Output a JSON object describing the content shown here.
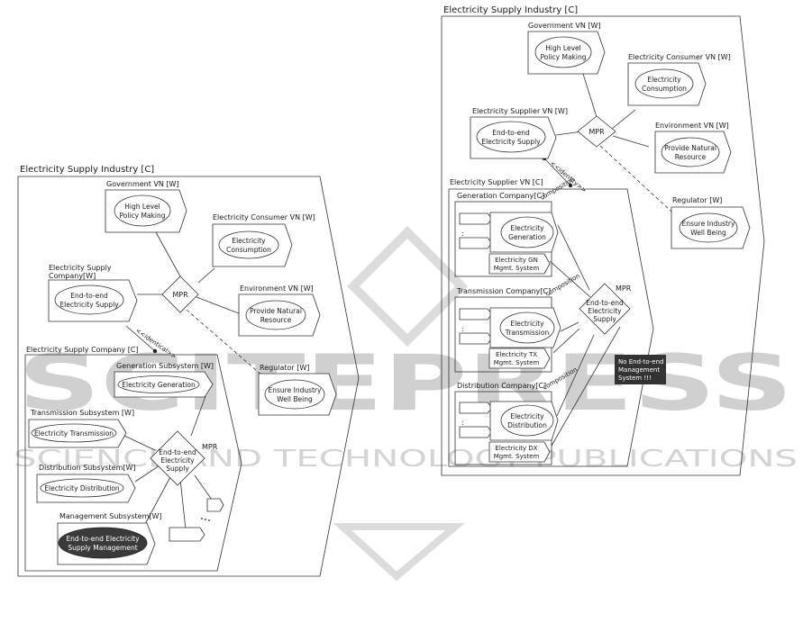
{
  "watermark": {
    "logo_text": "SCITEPRESS",
    "tagline": "SCIENCE AND TECHNOLOGY PUBLICATIONS"
  },
  "left": {
    "title": "Electricity Supply Industry [C]",
    "government": {
      "label": "Government VN [W]",
      "line1": "High Level",
      "line2": "Policy Making"
    },
    "consumer": {
      "label": "Electricity Consumer VN [W]",
      "line1": "Electricity",
      "line2": "Consumption"
    },
    "company_vn": {
      "label1": "Electricity Supply",
      "label2": "Company[W]",
      "line1": "End-to-end",
      "line2": "Electricity Supply"
    },
    "environment": {
      "label": "Environment VN [W]",
      "line1": "Provide Natural",
      "line2": "Resource"
    },
    "mpr": "MPR",
    "identity": "<<identical>>",
    "regulator": {
      "label": "Regulator [W]",
      "line1": "Ensure Industry",
      "line2": "Well Being"
    },
    "company_c": {
      "label": "Electricity Supply Company [C]",
      "generation": {
        "label": "Generation Subsystem [W]",
        "ellipse": "Electricity Generation"
      },
      "transmission": {
        "label": "Transmission Subsystem [W]",
        "ellipse": "Electricity Transmission"
      },
      "distribution": {
        "label": "Distribution Subsystem[W]",
        "ellipse": "Electricity Distribution"
      },
      "management": {
        "label": "Management Subsystem[W]",
        "line1": "End-to-end Electricity",
        "line2": "Supply Management"
      },
      "hub": {
        "line1": "End-to-end",
        "line2": "Electricity",
        "line3": "Supply"
      },
      "mpr": "MPR"
    }
  },
  "right": {
    "title": "Electricity Supply Industry [C]",
    "government": {
      "label": "Government VN [W]",
      "line1": "High Level",
      "line2": "Policy Making"
    },
    "consumer": {
      "label": "Electricity Consumer VN [W]",
      "line1": "Electricity",
      "line2": "Consumption"
    },
    "supplier_vn": {
      "label": "Electricity Supplier VN [W]",
      "line1": "End-to-end",
      "line2": "Electricity Supply"
    },
    "environment": {
      "label": "Environment VN [W]",
      "line1": "Provide Natural",
      "line2": "Resource"
    },
    "mpr": "MPR",
    "identity": "<<identity>>",
    "regulator": {
      "label": "Regulator [W]",
      "line1": "Ensure Industry",
      "line2": "Well Being"
    },
    "supplier_c": {
      "label": "Electricity Supplier VN [C]",
      "generation": {
        "label": "Generation Company[C]",
        "line1": "Electricity",
        "line2": "Generation",
        "sys1": "Electricity GN",
        "sys2": "Mgmt. System"
      },
      "transmission": {
        "label": "Transmission Company[C]",
        "line1": "Electricity",
        "line2": "Transmission",
        "sys1": "Electricity TX",
        "sys2": "Mgmt. System"
      },
      "distribution": {
        "label": "Distribution Company[C]",
        "line1": "Electricity",
        "line2": "Distribution",
        "sys1": "Electricity DX",
        "sys2": "Mgmt. System"
      },
      "composition": "composition",
      "hub": {
        "line1": "End-to-end",
        "line2": "Electricity",
        "line3": "Supply"
      },
      "mpr": "MPR",
      "note": {
        "line1": "No End-to-end",
        "line2": "Management",
        "line3": "System !!!"
      }
    }
  }
}
